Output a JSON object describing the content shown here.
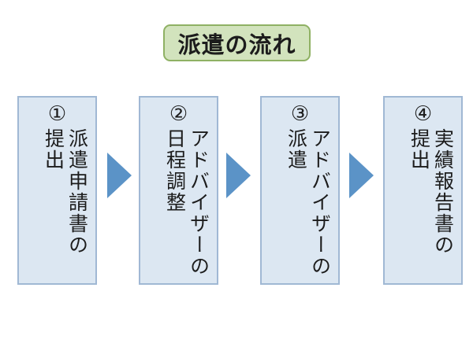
{
  "title": {
    "label": "派遣の流れ"
  },
  "steps": [
    {
      "number": "①",
      "line1": "派遣申請書の",
      "line2": "提出"
    },
    {
      "number": "②",
      "line1": "アドバイザーの",
      "line2": "日程調整"
    },
    {
      "number": "③",
      "line1": "アドバイザーの",
      "line2": "派遣"
    },
    {
      "number": "④",
      "line1": "実績報告書の",
      "line2": "提出"
    }
  ],
  "colors": {
    "title_fill": "#d2e3bd",
    "title_border": "#8fb164",
    "box_fill": "#dce7f2",
    "box_border": "#a0b8d4",
    "arrow_fill": "#5b93c7",
    "text": "#1c1c1c"
  }
}
